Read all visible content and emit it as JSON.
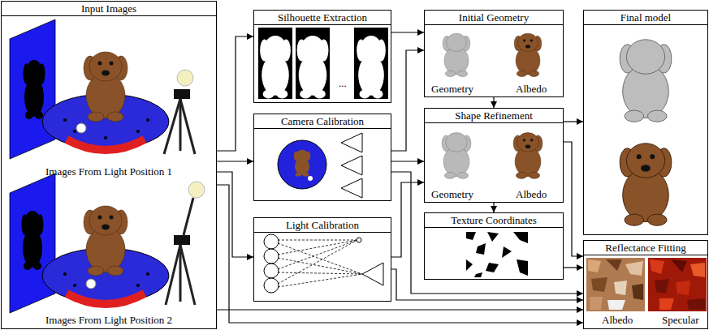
{
  "diagram": {
    "nodes": [
      {
        "text": [
          "Input Images",
          "Images From Light Position 1",
          "Images From Light Position 2"
        ]
      },
      {
        "text": [
          "Silhouette Extraction",
          "..."
        ]
      },
      {
        "text": [
          "Camera Calibration"
        ]
      },
      {
        "text": [
          "Light Calibration"
        ]
      },
      {
        "text": [
          "Initial Geometry",
          "Geometry",
          "Albedo"
        ]
      },
      {
        "text": [
          "Shape Refinement",
          "Geometry",
          "Albedo"
        ]
      },
      {
        "text": [
          "Texture Coordinates"
        ]
      },
      {
        "text": [
          "Final model"
        ]
      },
      {
        "text": [
          "Reflectance Fitting",
          "Albedo",
          "Specular"
        ]
      }
    ],
    "edges": [
      {
        "from": 0,
        "to": 1,
        "arrow": "to"
      },
      {
        "from": 0,
        "to": 2,
        "arrow": "to"
      },
      {
        "from": 0,
        "to": 3,
        "arrow": "to"
      },
      {
        "from": 0,
        "to": 8,
        "arrow": "to"
      },
      {
        "from": 0,
        "to": 8,
        "arrow": "to"
      },
      {
        "from": 1,
        "to": 4,
        "arrow": "to"
      },
      {
        "from": 2,
        "to": 4,
        "arrow": "to"
      },
      {
        "from": 2,
        "to": 5,
        "arrow": "to"
      },
      {
        "from": 2,
        "to": 8,
        "arrow": "to"
      },
      {
        "from": 3,
        "to": 5,
        "arrow": "to"
      },
      {
        "from": 3,
        "to": 8,
        "arrow": "to"
      },
      {
        "from": 4,
        "to": 5,
        "arrow": "to"
      },
      {
        "from": 5,
        "to": 6,
        "arrow": "to"
      },
      {
        "from": 5,
        "to": 7,
        "arrow": "to"
      },
      {
        "from": 5,
        "to": 8,
        "arrow": "to"
      },
      {
        "from": 6,
        "to": 8,
        "arrow": "to"
      }
    ]
  }
}
